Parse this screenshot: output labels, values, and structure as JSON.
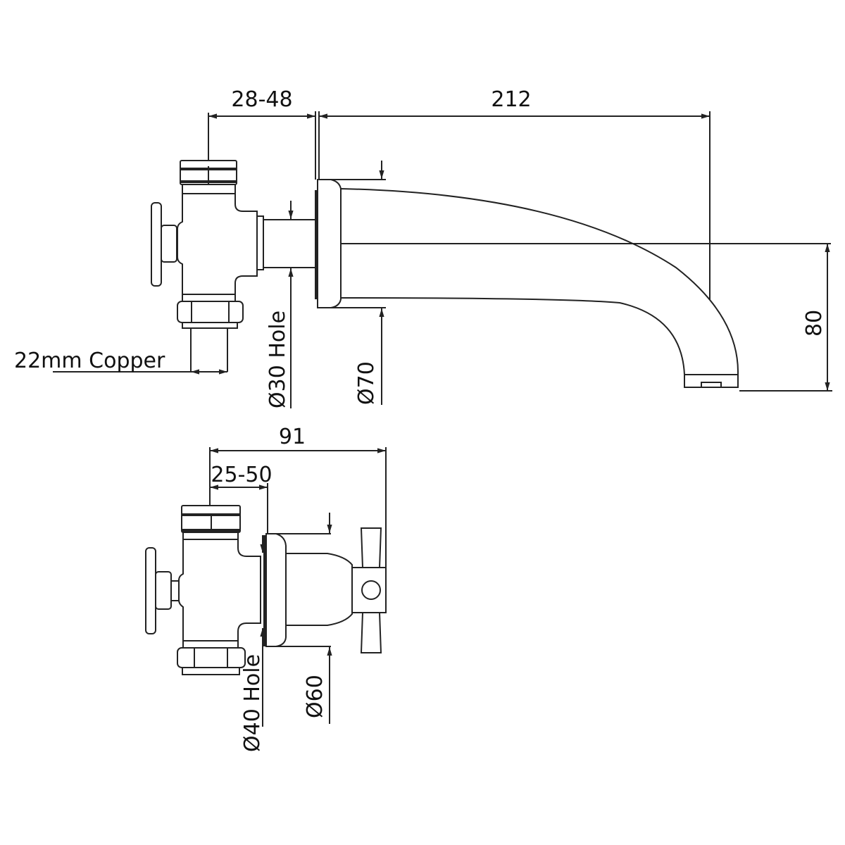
{
  "spout_view": {
    "dim_wall_depth": "28-48",
    "dim_spout_projection": "212",
    "label_supply_pipe": "22mm Copper",
    "label_hole": "Ø30  Hole",
    "dim_plate_diameter": "Ø70",
    "dim_spout_height": "80"
  },
  "valve_view": {
    "dim_overall_depth": "91",
    "dim_wall_depth": "25-50",
    "label_hole": "Ø40 Hole",
    "dim_plate_diameter": "Ø60"
  },
  "colors": {
    "line": "#222222",
    "background": "#ffffff"
  }
}
